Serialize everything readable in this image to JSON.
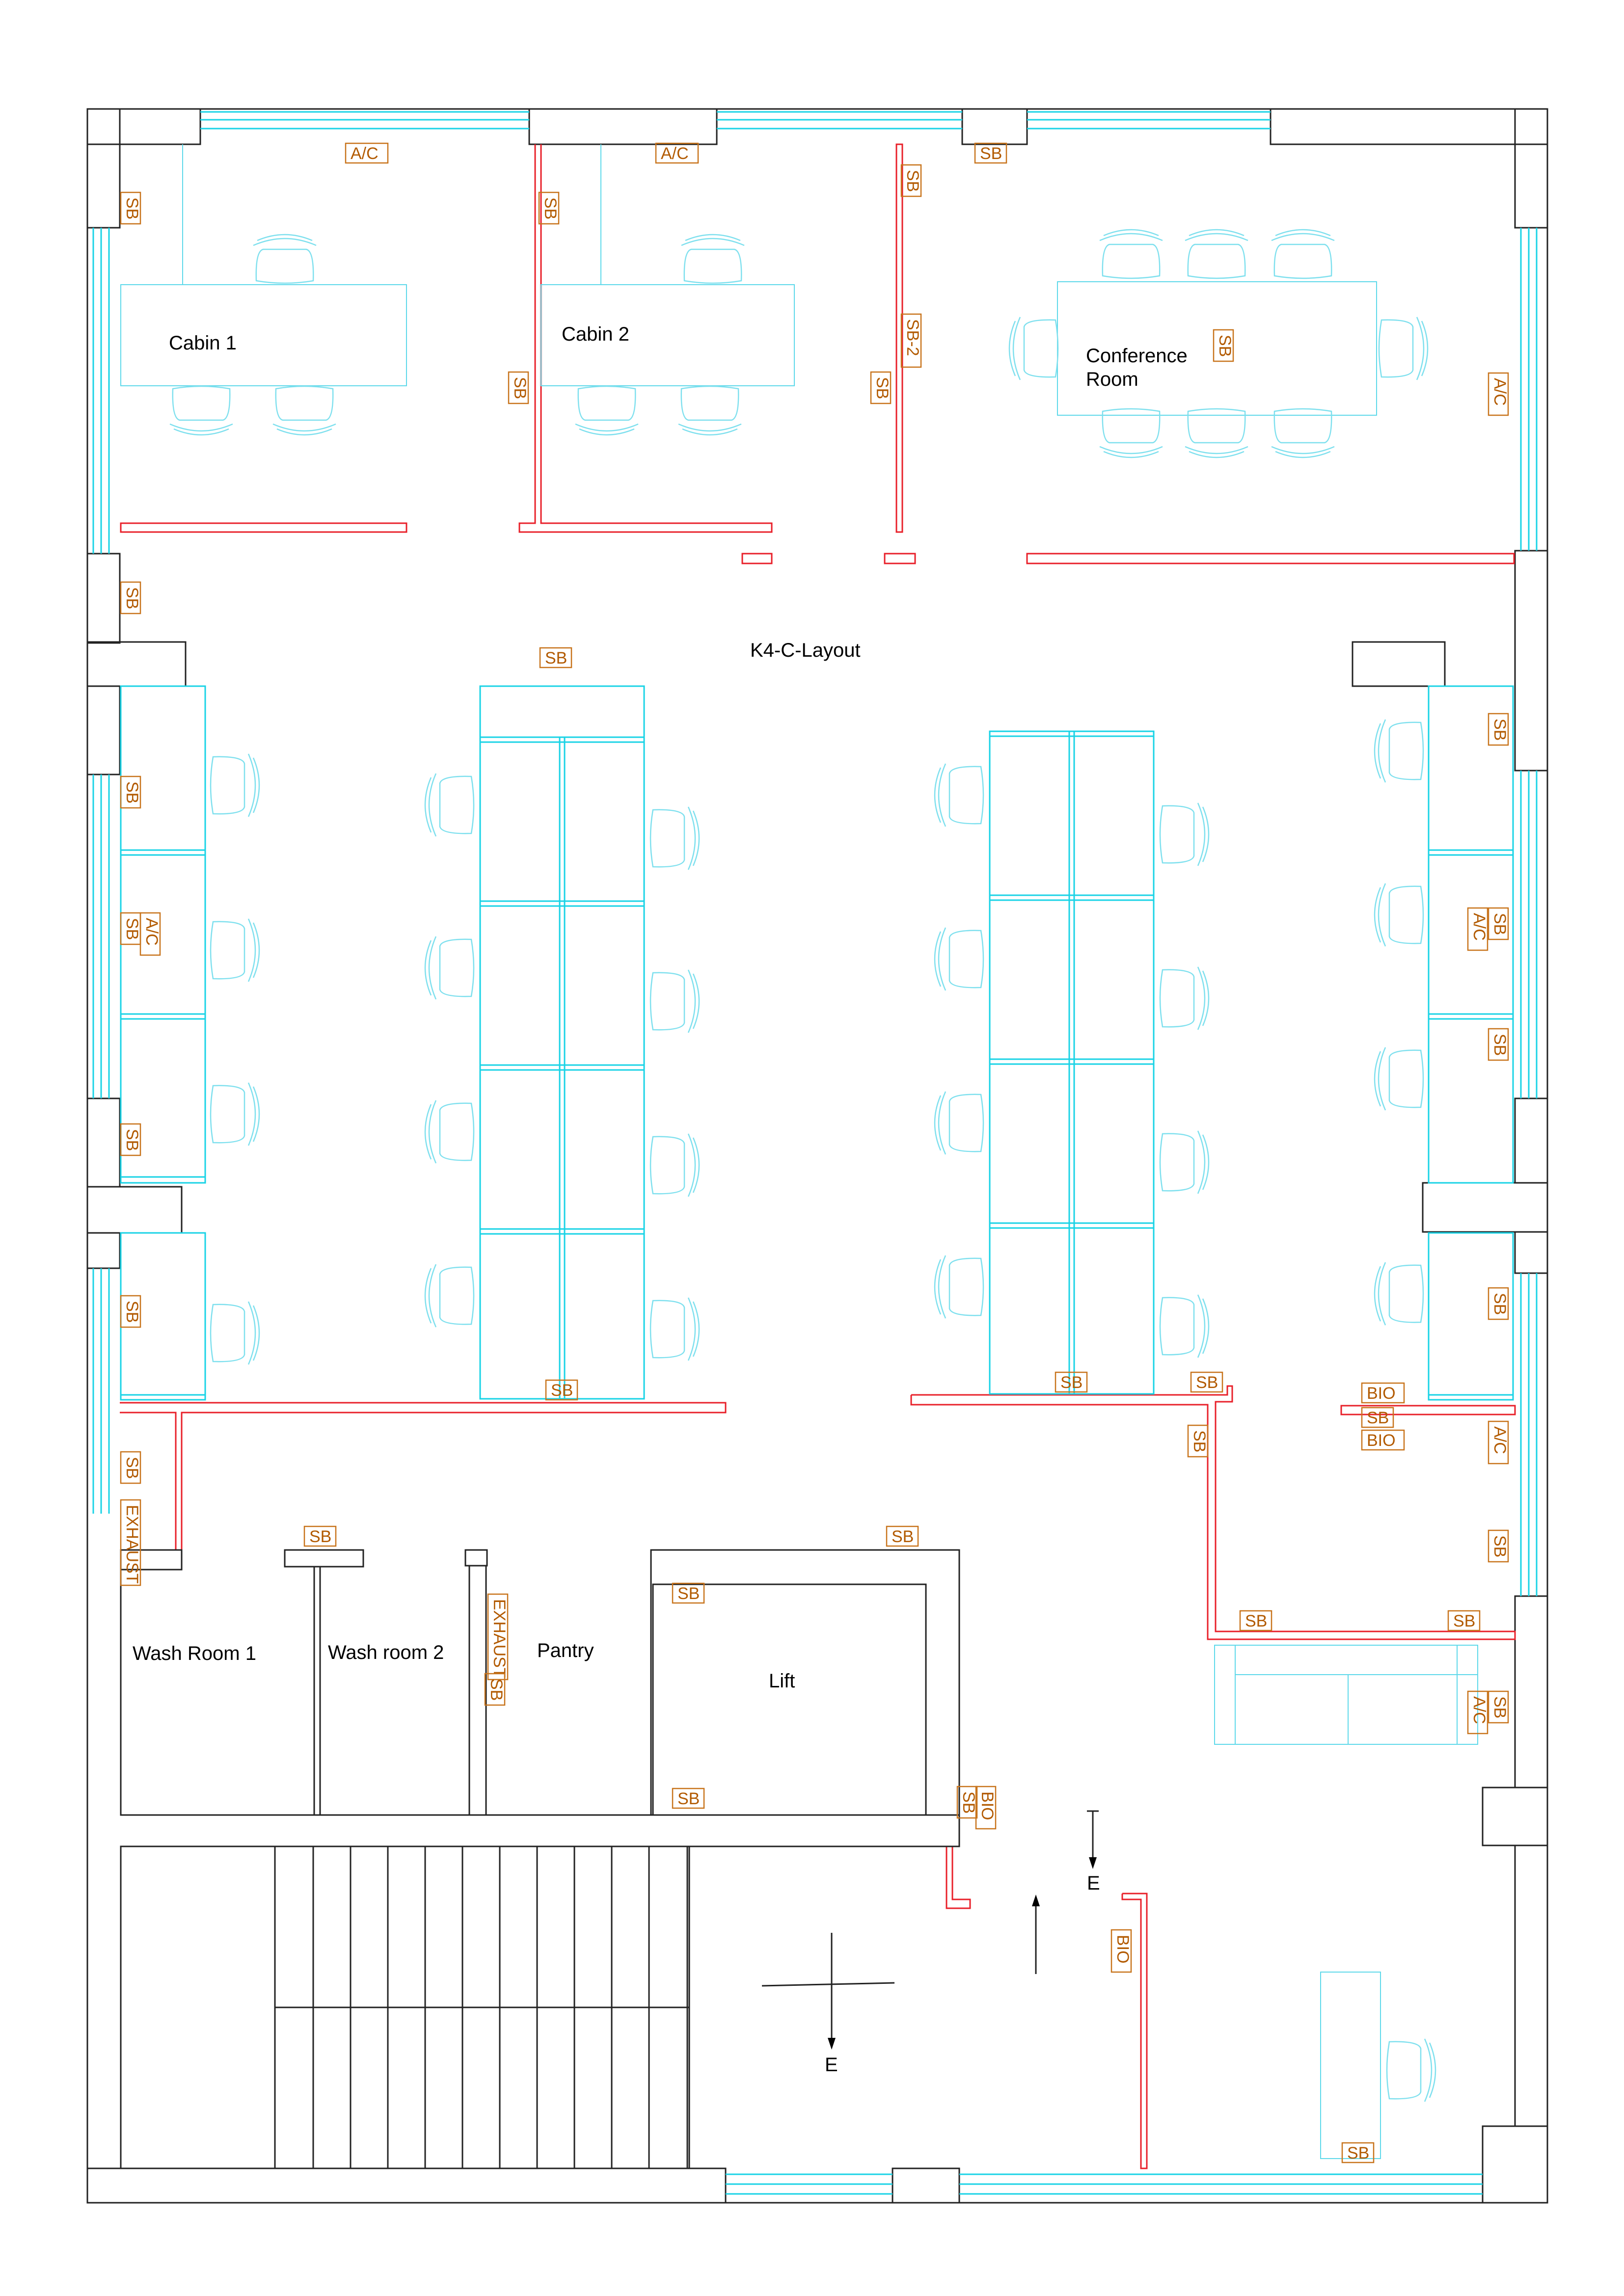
{
  "title": "K4-C-Layout",
  "rooms": {
    "cabin1": "Cabin 1",
    "cabin2": "Cabin 2",
    "conference1": "Conference",
    "conference2": "Room",
    "washroom1": "Wash Room 1",
    "washroom2": "Wash room 2",
    "pantry": "Pantry",
    "lift": "Lift"
  },
  "tags": {
    "sb": "SB",
    "sb2": "SB-2",
    "ac": "A/C",
    "bio": "BIO",
    "exhaust": "EXHAUST",
    "exit": "E"
  },
  "colors": {
    "glazing": "#19d3e6",
    "partition": "#e8202a",
    "wall": "#222222",
    "tag": "#b25a00",
    "furniture": "#7fe0ee"
  }
}
